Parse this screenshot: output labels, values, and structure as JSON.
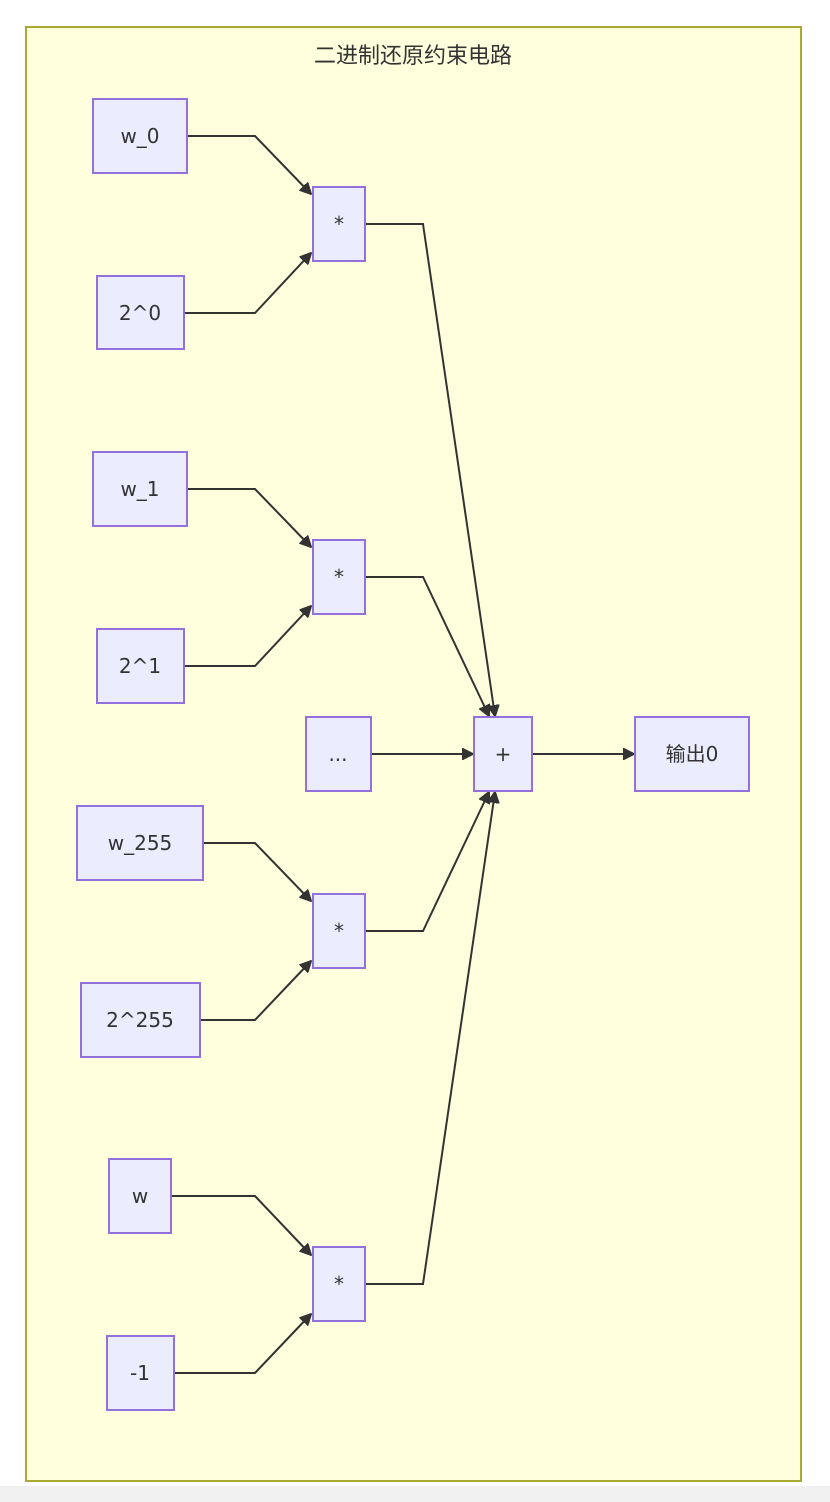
{
  "cluster": {
    "title": "二进制还原约束电路"
  },
  "nodes": {
    "w0": "w_0",
    "p0": "2^0",
    "m0": "*",
    "w1": "w_1",
    "p1": "2^1",
    "m1": "*",
    "dots": "...",
    "plus": "+",
    "out": "输出0",
    "w255": "w_255",
    "p255": "2^255",
    "m255": "*",
    "w": "w",
    "neg1": "-1",
    "mw": "*"
  },
  "colors": {
    "cluster_fill": "#ffffde",
    "cluster_stroke": "#aaaa33",
    "node_fill": "#ececff",
    "node_stroke": "#9370db",
    "edge": "#333333"
  }
}
